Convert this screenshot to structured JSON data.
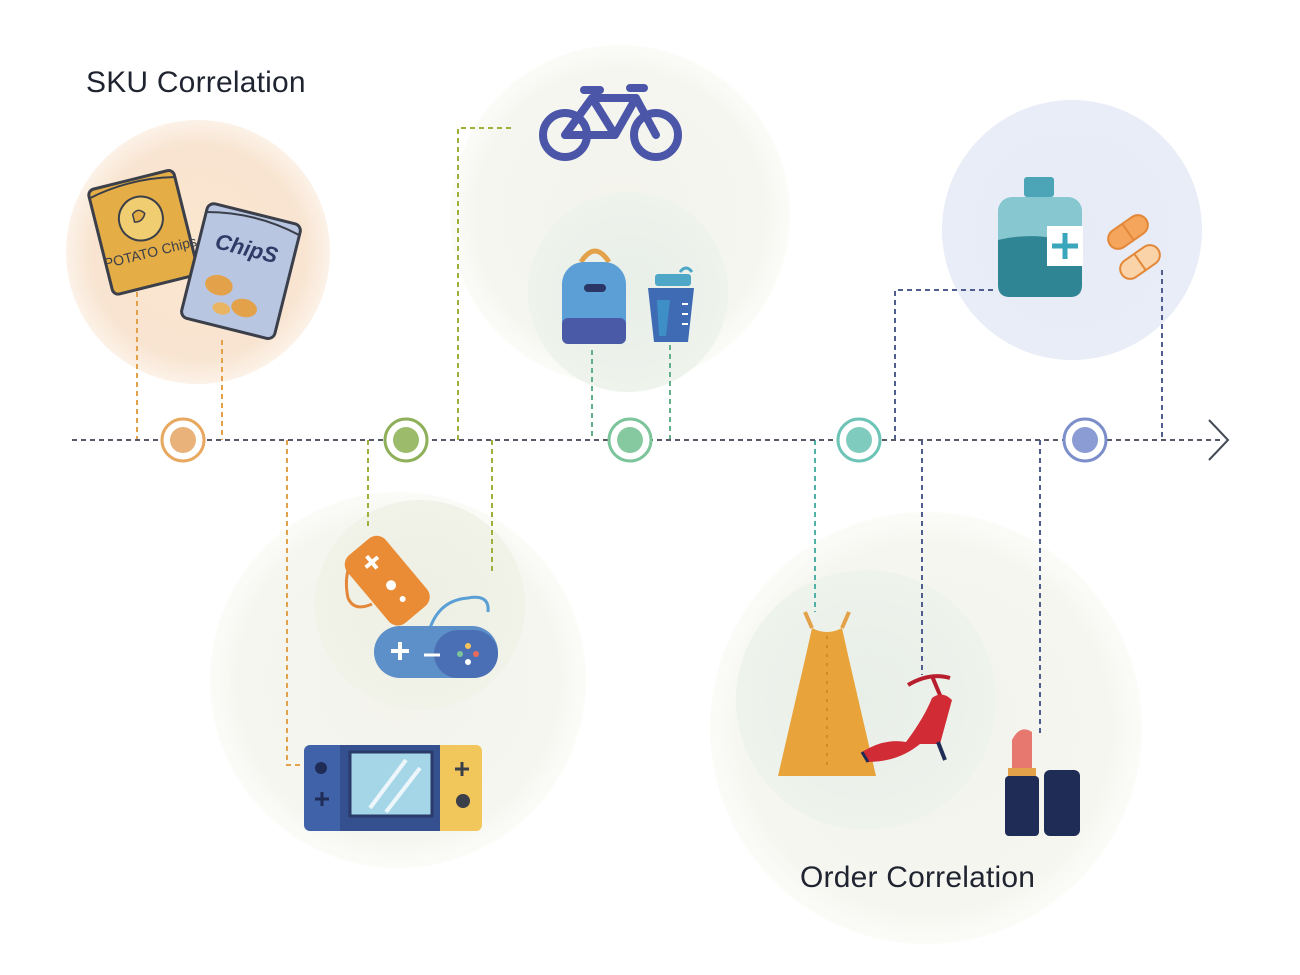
{
  "titles": {
    "sku_correlation": "SKU Correlation",
    "order_correlation": "Order Correlation"
  },
  "products": {
    "potato_chips_bag_text": "POTATO Chips",
    "chips_bag_text": "ChipS"
  },
  "timeline_nodes": [
    {
      "name": "node-orange",
      "color": "#e8a860"
    },
    {
      "name": "node-olive",
      "color": "#8fb05a"
    },
    {
      "name": "node-green",
      "color": "#7cc49a"
    },
    {
      "name": "node-teal",
      "color": "#6cc4b6"
    },
    {
      "name": "node-blue",
      "color": "#7d8fcb"
    }
  ],
  "colors": {
    "axis": "#555a66",
    "orange": "#e3a24a",
    "olive": "#9bb13c",
    "green": "#62b08a",
    "teal": "#4fb0a6",
    "navy": "#4f5d8f"
  }
}
